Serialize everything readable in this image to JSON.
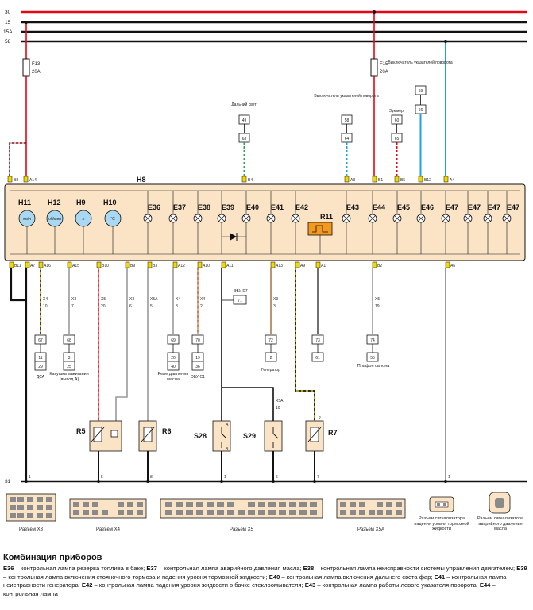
{
  "rails": [
    "30",
    "15",
    "15A",
    "58",
    "31"
  ],
  "fuses": [
    {
      "id": "F13",
      "rating": "20A"
    },
    {
      "id": "F15",
      "rating": "20A"
    }
  ],
  "cluster": {
    "name": "H8",
    "gauges": [
      "H11",
      "H12",
      "H9",
      "H10"
    ],
    "gauge_faces": [
      "км/ч",
      "об/мин",
      "л",
      "°C"
    ],
    "lamps": [
      "E36",
      "E37",
      "E38",
      "E39",
      "E40",
      "E41",
      "E42",
      "E43",
      "E44",
      "E45",
      "E46",
      "E47",
      "E47",
      "E47",
      "E47"
    ],
    "relay": "R11",
    "top_pins": [
      "B8",
      "A14",
      "B4",
      "A3",
      "B1",
      "B5",
      "B12",
      "A4"
    ],
    "bottom_pins": [
      "B11",
      "A7",
      "A16",
      "A15",
      "B10",
      "B9",
      "B3",
      "A12",
      "A10",
      "A11",
      "A13",
      "A9",
      "A1",
      "B2",
      "A6"
    ]
  },
  "top_sources": [
    {
      "label": "Дальний свет",
      "nums": [
        "49",
        "63"
      ]
    },
    {
      "label": "Выключатель указателей поворота",
      "nums": [
        "58",
        "64"
      ]
    },
    {
      "label": "Зуммер",
      "nums": [
        "60",
        "65"
      ]
    },
    {
      "label": "Выключатель указателей поворота",
      "nums": [
        "59",
        "66"
      ]
    }
  ],
  "connectors_mid": [
    {
      "x": "X4",
      "pin": "10",
      "wire": "67",
      "term": [
        "11",
        "29"
      ],
      "label": "ДСА"
    },
    {
      "x": "X3",
      "pin": "7",
      "wire": "68",
      "term": [
        "3",
        "25"
      ],
      "label": "Катушка зажигания (вывод А)"
    },
    {
      "x": "X5",
      "pin": "20"
    },
    {
      "x": "X3",
      "pin": "6"
    },
    {
      "x": "X5A",
      "pin": "5"
    },
    {
      "x": "X4",
      "pin": "8",
      "wire": "69",
      "term": [
        "20",
        "40"
      ],
      "label": "Реле давления масла"
    },
    {
      "x": "X4",
      "pin": "2",
      "wire": "70",
      "term": [
        "19",
        "36"
      ],
      "label": "ЭБУ С1"
    },
    {
      "x": "X3",
      "pin": "3",
      "wire": "72",
      "term": [
        "2"
      ],
      "label": "Генератор"
    },
    {
      "x": "X5",
      "pin": "19",
      "wire": "74",
      "term": [
        "55"
      ],
      "label": "Плафон салона"
    }
  ],
  "ebu_d7": {
    "label": "ЭБУ D7",
    "num": "71"
  },
  "wire_73": {
    "wire": "73",
    "term": "61"
  },
  "x5a_10": {
    "x": "X5A",
    "pin": "10"
  },
  "sensors": [
    {
      "id": "R5",
      "pin": "5"
    },
    {
      "id": "R6",
      "pin": "8"
    },
    {
      "id": "S28",
      "pin": "1",
      "top": "A",
      "bottom": "B"
    },
    {
      "id": "S29",
      "pin": "6"
    },
    {
      "id": "R7",
      "pin": "7",
      "top": "2"
    }
  ],
  "bottom_pin_1": "1",
  "plugs": [
    "Разъем X3",
    "Разъем X4",
    "Разъем X5",
    "Разъем X5A",
    "Разъем сигнализатора падения уровня тормозной жидкости",
    "Разъем сигнализатора аварийного давления масла"
  ],
  "caption": {
    "title": "Комбинация приборов",
    "items": [
      {
        "code": "E36",
        "text": " – контрольная лампа резерва топлива в баке; "
      },
      {
        "code": "E37",
        "text": " – контрольная лампа аварийного давления масла; "
      },
      {
        "code": "E38",
        "text": " – контрольная лампа неисправности системы управления двигателем; "
      },
      {
        "code": "E39",
        "text": " – контрольная лампа включения стояночного тормоза и падения уровня тормозной жидкости; "
      },
      {
        "code": "E40",
        "text": " – контрольная лампа включения дальнего света фар; "
      },
      {
        "code": "E41",
        "text": " – контрольная лампа неисправности генератора; "
      },
      {
        "code": "E42",
        "text": " – контрольная лампа падения уровня жидкости в бачке стеклоомывателя; "
      },
      {
        "code": "E43",
        "text": " – контрольная лампа работы левого указателя поворота; "
      },
      {
        "code": "E44",
        "text": " – контрольная лампа"
      }
    ]
  }
}
